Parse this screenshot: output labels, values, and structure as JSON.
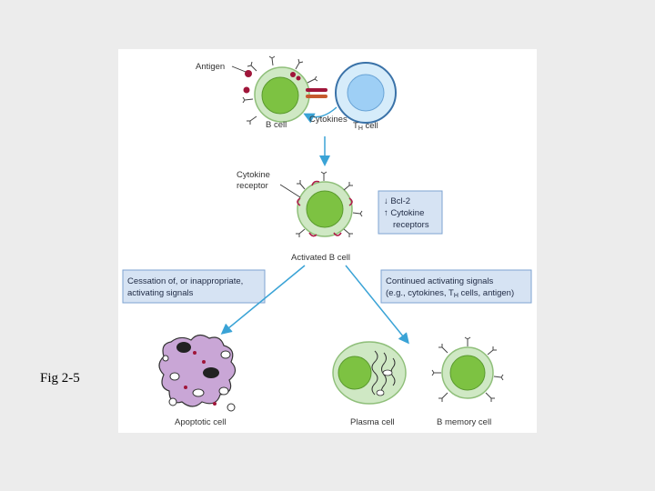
{
  "figure_label": "Fig 2-5",
  "labels": {
    "antigen": "Antigen",
    "b_cell": "B cell",
    "cytokines": "Cytokines",
    "th_cell_t": "T",
    "th_cell_sub": "H",
    "th_cell_rest": " cell",
    "cytokine_receptor_line1": "Cytokine",
    "cytokine_receptor_line2": "receptor",
    "activated_b_cell": "Activated B cell",
    "apoptotic_cell": "Apoptotic cell",
    "plasma_cell": "Plasma cell",
    "b_memory_cell": "B memory cell"
  },
  "boxes": {
    "bcl_box": {
      "line1": "↓ Bcl-2",
      "line2": "↑ Cytokine",
      "line3": "receptors"
    },
    "cessation_box": {
      "line1": "Cessation of, or inappropriate,",
      "line2": "activating signals"
    },
    "continued_box": {
      "line1": "Continued activating signals",
      "line2_a": "(e.g., cytokines, T",
      "line2_sub": "H",
      "line2_b": " cells, antigen)"
    }
  },
  "colors": {
    "box_fill": "#d6e3f3",
    "box_border": "#7da3d1",
    "arrow": "#3aa3d6",
    "b_nucleus": "#7dc242",
    "b_membrane": "#cfe8c4",
    "th_nucleus": "#9ecff5",
    "th_membrane": "#d6ecfa",
    "antigen": "#a0163a",
    "apoptotic": "#c9a6d6"
  }
}
